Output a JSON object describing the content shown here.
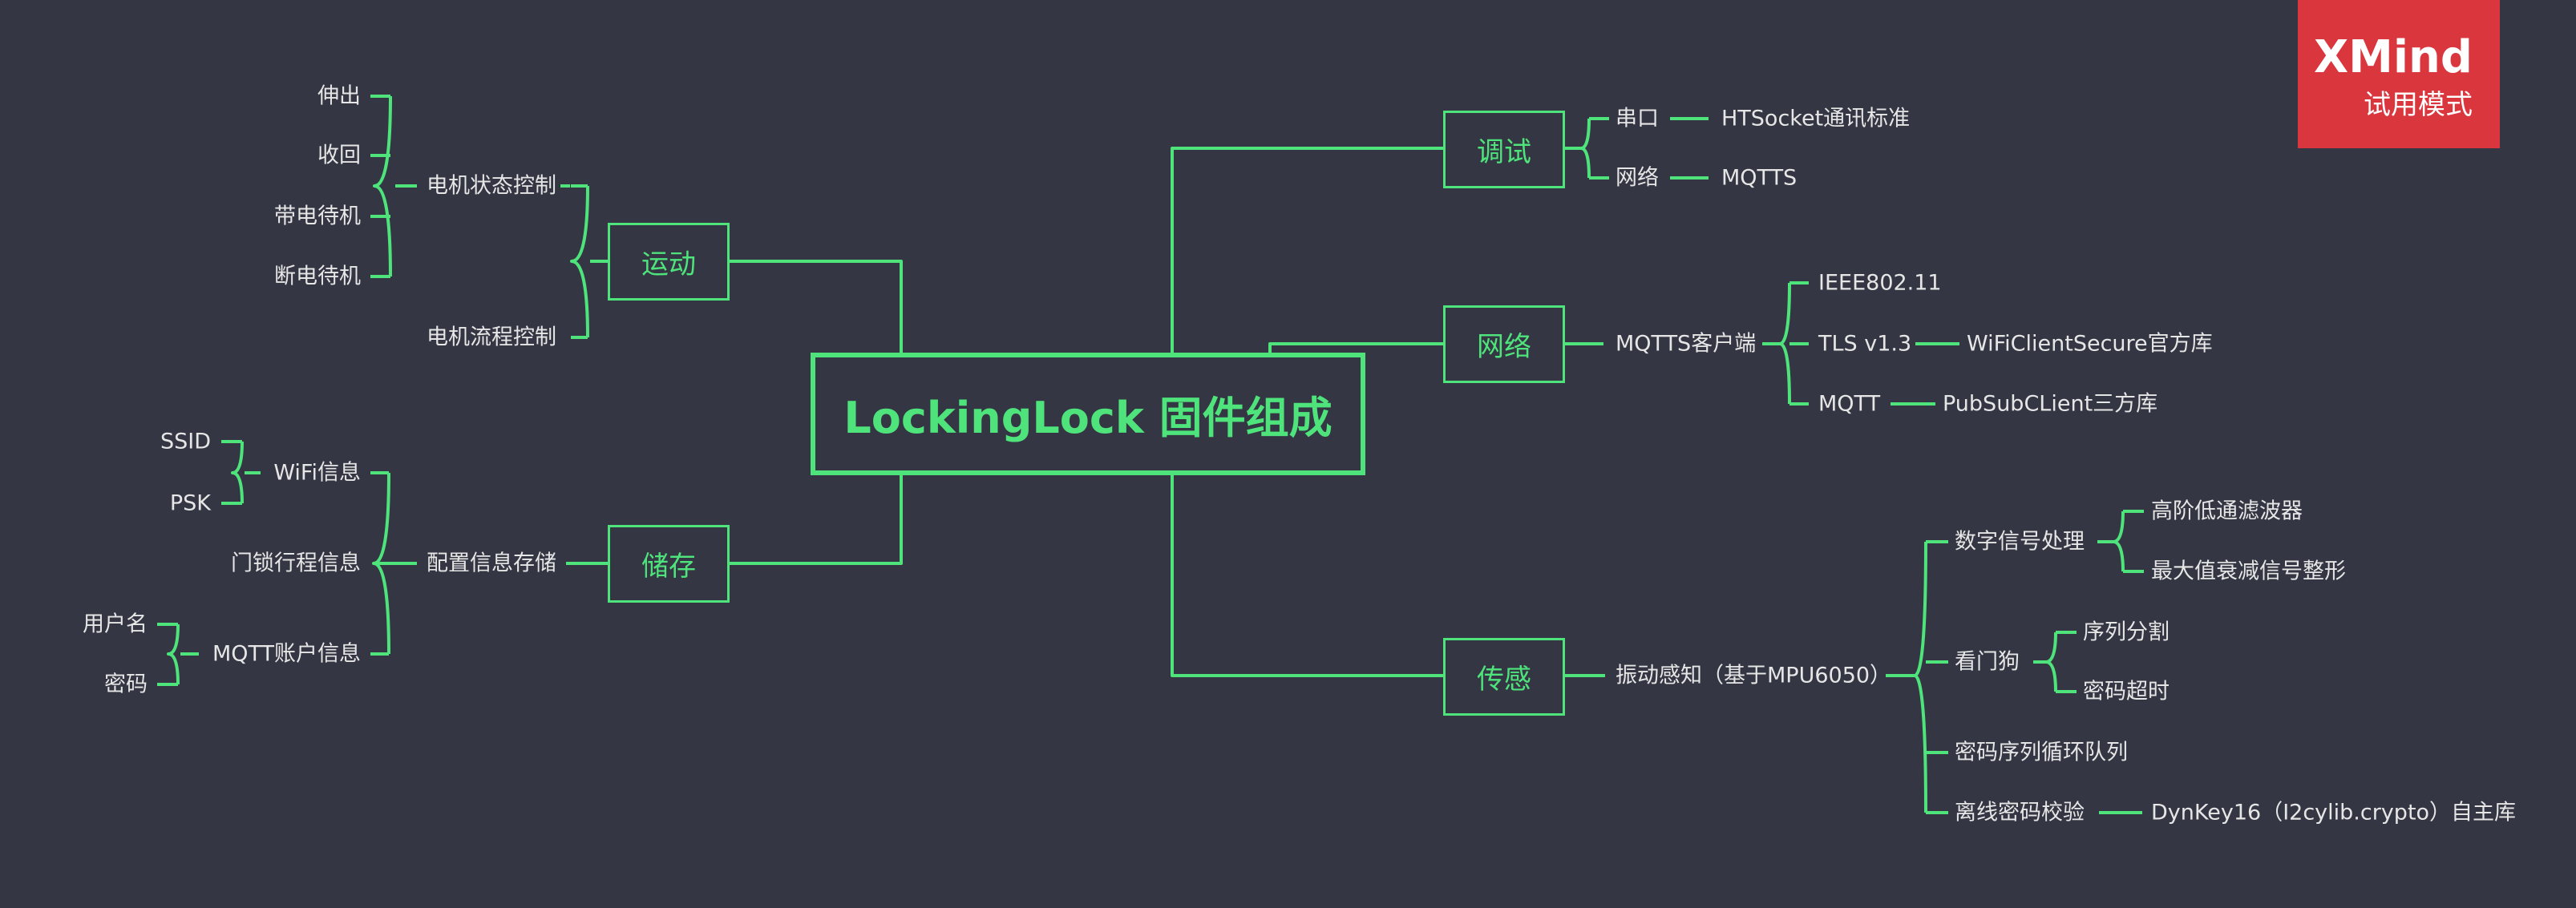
{
  "root": "LockingLock 固件组成",
  "badge": {
    "brand": "XMind",
    "mode": "试用模式"
  },
  "branches": {
    "motion": {
      "label": "运动",
      "motor_state": {
        "label": "电机状态控制",
        "items": [
          "伸出",
          "收回",
          "带电待机",
          "断电待机"
        ]
      },
      "motor_flow": "电机流程控制"
    },
    "storage": {
      "label": "储存",
      "config": {
        "label": "配置信息存储",
        "wifi": {
          "label": "WiFi信息",
          "items": [
            "SSID",
            "PSK"
          ]
        },
        "door": "门锁行程信息",
        "mqtt_account": {
          "label": "MQTT账户信息",
          "items": [
            "用户名",
            "密码"
          ]
        }
      }
    },
    "debug": {
      "label": "调试",
      "serial": {
        "label": "串口",
        "detail": "HTSocket通讯标准"
      },
      "network": {
        "label": "网络",
        "detail": "MQTTS"
      }
    },
    "network": {
      "label": "网络",
      "client": {
        "label": "MQTTS客户端",
        "ieee": "IEEE802.11",
        "tls": {
          "label": "TLS v1.3",
          "detail": "WiFiClientSecure官方库"
        },
        "mqtt": {
          "label": "MQTT",
          "detail": "PubSubCLient三方库"
        }
      }
    },
    "sensing": {
      "label": "传感",
      "vibration": {
        "label": "振动感知（基于MPU6050）",
        "dsp": {
          "label": "数字信号处理",
          "items": [
            "高阶低通滤波器",
            "最大值衰减信号整形"
          ]
        },
        "watchdog": {
          "label": "看门狗",
          "items": [
            "序列分割",
            "密码超时"
          ]
        },
        "queue": "密码序列循环队列",
        "offline": {
          "label": "离线密码校验",
          "detail": "DynKey16（I2cylib.crypto）自主库"
        }
      }
    }
  },
  "colors": {
    "background": "#343643",
    "line": "#4ee37b",
    "text": "#e6e6e6",
    "badge": "#d9363e"
  }
}
